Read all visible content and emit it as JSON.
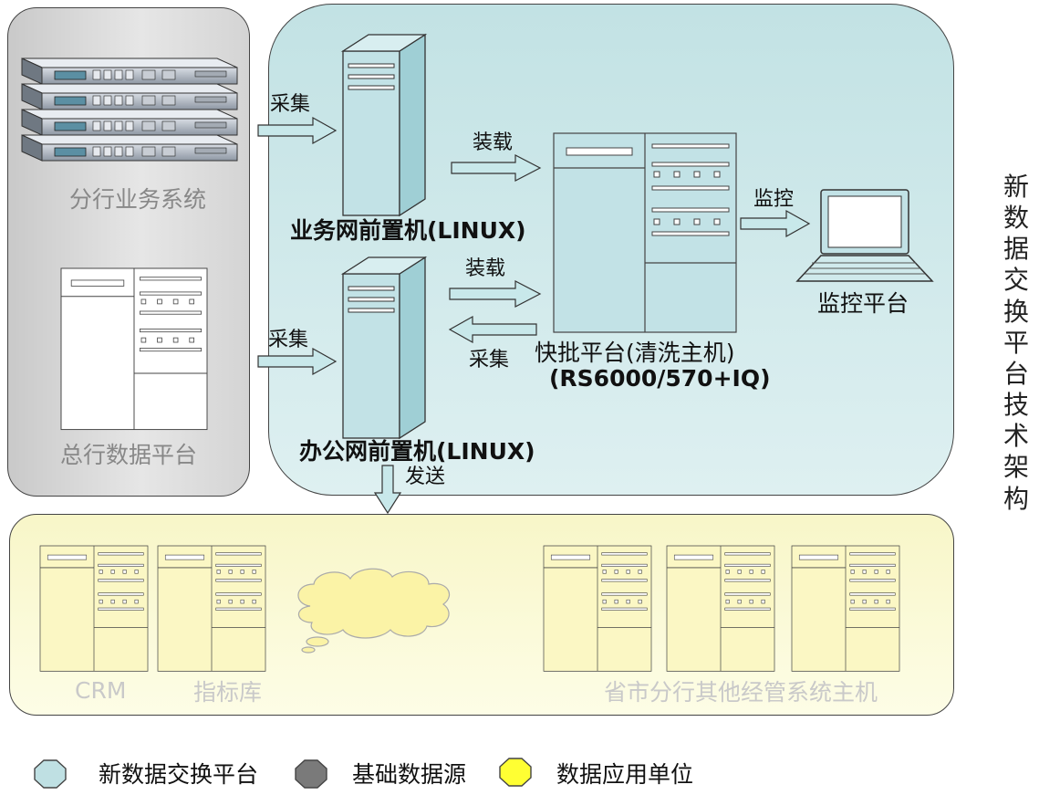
{
  "side_title": "新数据交换平台技术架构",
  "source": {
    "branch_system": "分行业务系统",
    "hq_platform": "总行数据平台"
  },
  "platform": {
    "business_frontend": "业务网前置机(LINUX)",
    "office_frontend": "办公网前置机(LINUX)",
    "batch_host_line1": "快批平台(清洗主机)",
    "batch_host_line2": "(RS6000/570+IQ)",
    "monitor_platform": "监控平台"
  },
  "arrows": {
    "collect_top": "采集",
    "collect_bottom": "采集",
    "load_top": "装载",
    "load_bottom": "装载",
    "collect_back": "采集",
    "monitor": "监控",
    "send": "发送"
  },
  "apps": {
    "crm": "CRM",
    "indicator_db": "指标库",
    "other_hosts": "省市分行其他经管系统主机"
  },
  "legend": {
    "platform": "新数据交换平台",
    "source": "基础数据源",
    "app": "数据应用单位",
    "colors": {
      "platform": "#bfe0e3",
      "source": "#7a7a7a",
      "app": "#ffff33"
    }
  }
}
